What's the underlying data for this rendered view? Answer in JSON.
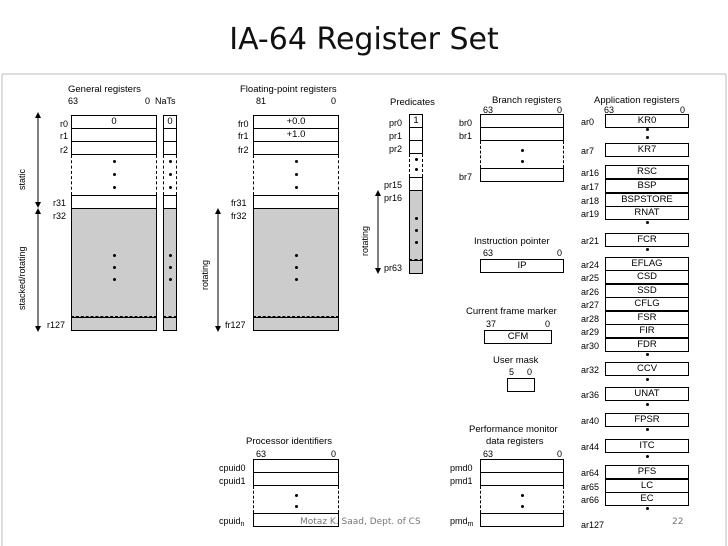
{
  "title": "IA-64 Register Set",
  "footer": {
    "author": "Motaz K. Saad, Dept. of CS",
    "page": "22"
  },
  "gr": {
    "title": "General registers",
    "bit_hi": "63",
    "bit_lo": "0",
    "nats": "NaTs",
    "r0": "r0",
    "r1": "r1",
    "r2": "r2",
    "r31": "r31",
    "r32": "r32",
    "r127": "r127",
    "r0_value": "0",
    "nat0_value": "0",
    "static": "static",
    "stacked": "stacked/rotating"
  },
  "fr": {
    "title": "Floating-point registers",
    "bit_hi": "81",
    "bit_lo": "0",
    "fr0": "fr0",
    "fr1": "fr1",
    "fr2": "fr2",
    "fr31": "fr31",
    "fr32": "fr32",
    "fr127": "fr127",
    "fr0_value": "+0.0",
    "fr1_value": "+1.0",
    "rotating": "rotating"
  },
  "pr": {
    "title": "Predicates",
    "pr0": "pr0",
    "pr1": "pr1",
    "pr2": "pr2",
    "pr15": "pr15",
    "pr16": "pr16",
    "pr63": "pr63",
    "pr0_value": "1",
    "rotating": "rotating"
  },
  "br": {
    "title": "Branch registers",
    "bit_hi": "63",
    "bit_lo": "0",
    "br0": "br0",
    "br1": "br1",
    "br7": "br7"
  },
  "ip": {
    "title": "Instruction pointer",
    "bit_hi": "63",
    "bit_lo": "0",
    "name": "IP"
  },
  "cfm": {
    "title": "Current frame marker",
    "bit_hi": "37",
    "bit_lo": "0",
    "name": "CFM"
  },
  "um": {
    "title": "User mask",
    "bit_hi": "5",
    "bit_lo": "0"
  },
  "pmd": {
    "title1": "Performance monitor",
    "title2": "data registers",
    "bit_hi": "63",
    "bit_lo": "0",
    "pmd0": "pmd0",
    "pmd1": "pmd1",
    "pmdm": "pmd",
    "pmdm_sub": "m"
  },
  "cpuid": {
    "title": "Processor identifiers",
    "bit_hi": "63",
    "bit_lo": "0",
    "cpuid0": "cpuid0",
    "cpuid1": "cpuid1",
    "cpuidn": "cpuid",
    "cpuidn_sub": "n"
  },
  "ar": {
    "title": "Application registers",
    "bit_hi": "63",
    "bit_lo": "0",
    "rows": [
      {
        "label": "ar0",
        "name": "KR0"
      },
      {
        "label": "ar7",
        "name": "KR7"
      },
      {
        "label": "ar16",
        "name": "RSC"
      },
      {
        "label": "ar17",
        "name": "BSP"
      },
      {
        "label": "ar18",
        "name": "BSPSTORE"
      },
      {
        "label": "ar19",
        "name": "RNAT"
      },
      {
        "label": "ar21",
        "name": "FCR"
      },
      {
        "label": "ar24",
        "name": "EFLAG"
      },
      {
        "label": "ar25",
        "name": "CSD"
      },
      {
        "label": "ar26",
        "name": "SSD"
      },
      {
        "label": "ar27",
        "name": "CFLG"
      },
      {
        "label": "ar28",
        "name": "FSR"
      },
      {
        "label": "ar29",
        "name": "FIR"
      },
      {
        "label": "ar30",
        "name": "FDR"
      },
      {
        "label": "ar32",
        "name": "CCV"
      },
      {
        "label": "ar36",
        "name": "UNAT"
      },
      {
        "label": "ar40",
        "name": "FPSR"
      },
      {
        "label": "ar44",
        "name": "ITC"
      },
      {
        "label": "ar64",
        "name": "PFS"
      },
      {
        "label": "ar65",
        "name": "LC"
      },
      {
        "label": "ar66",
        "name": "EC"
      },
      {
        "label": "ar127",
        "name": ""
      }
    ]
  }
}
